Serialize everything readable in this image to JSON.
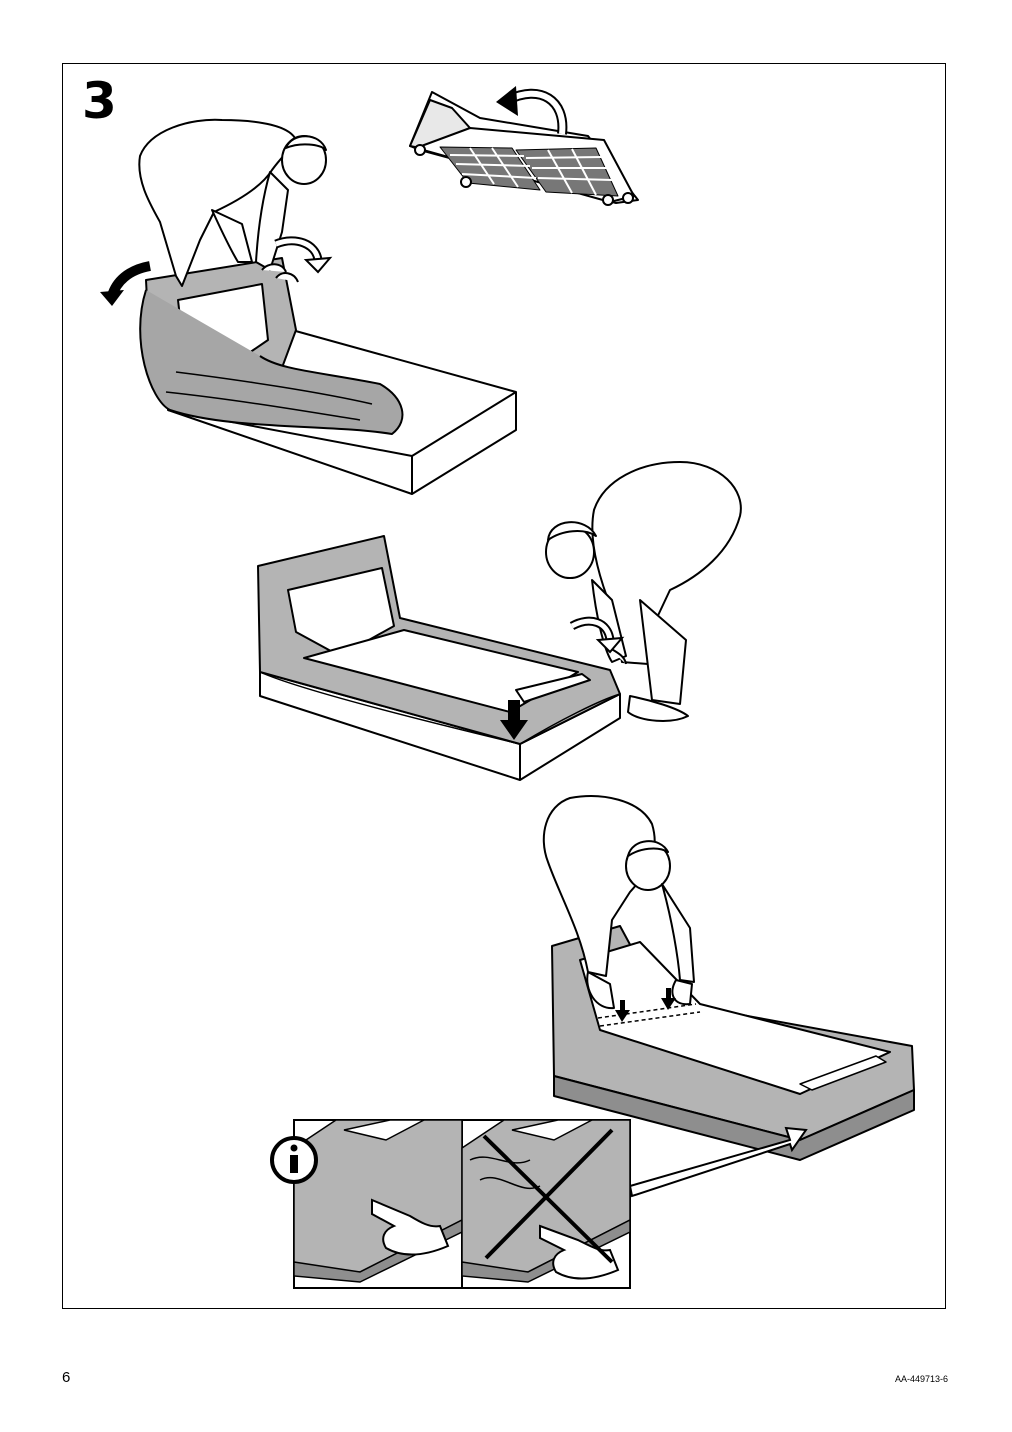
{
  "step": {
    "number": "3"
  },
  "footer": {
    "page_number": "6",
    "document_code": "AA-449713-6"
  },
  "illustrations": [
    {
      "name": "base-frame-flip",
      "icon": "rotate-arrow-icon"
    },
    {
      "name": "person-pulling-cover-over-backrest"
    },
    {
      "name": "person-pulling-cover-over-front-edge"
    },
    {
      "name": "person-tucking-cover-at-back"
    },
    {
      "name": "info-detail-correct-vs-incorrect",
      "icons": [
        "info-icon",
        "cross-mark-icon",
        "pointing-hand-icon"
      ]
    }
  ],
  "colors": {
    "fabric": "#b4b4b4",
    "fabric_dark": "#8e8e8e",
    "line": "#000000",
    "paper": "#ffffff"
  }
}
